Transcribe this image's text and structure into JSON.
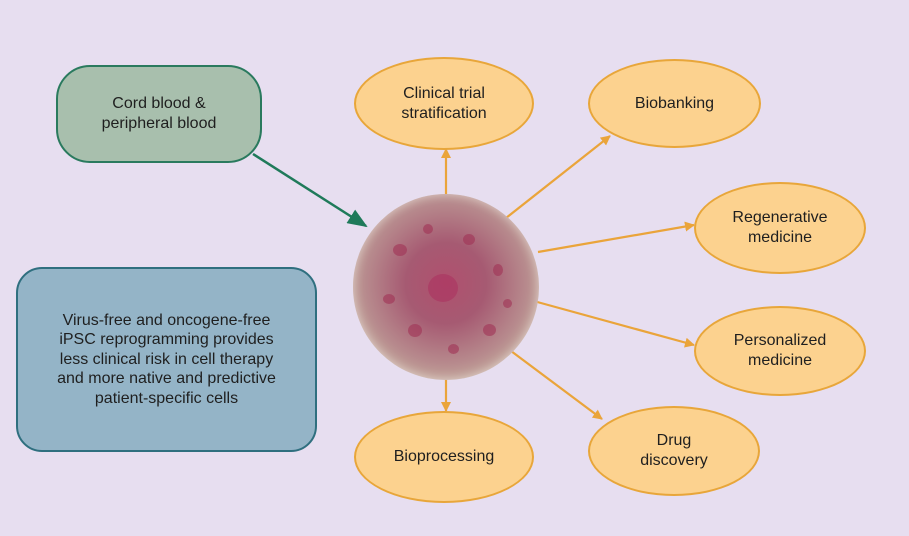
{
  "diagram": {
    "source": {
      "lines": [
        "Cord blood &",
        "peripheral blood"
      ]
    },
    "info": {
      "lines": [
        "Virus-free and oncogene-free",
        "iPSC reprogramming provides",
        "less clinical risk in cell therapy",
        "and more native and predictive",
        "patient-specific cells"
      ]
    },
    "center": {
      "icon": "petri-dish-icon"
    },
    "applications": [
      {
        "id": "clinical-trial",
        "lines": [
          "Clinical trial",
          "stratification"
        ]
      },
      {
        "id": "biobanking",
        "lines": [
          "Biobanking"
        ]
      },
      {
        "id": "regenerative",
        "lines": [
          "Regenerative",
          "medicine"
        ]
      },
      {
        "id": "personalized",
        "lines": [
          "Personalized",
          "medicine"
        ]
      },
      {
        "id": "drug-discovery",
        "lines": [
          "Drug",
          "discovery"
        ]
      },
      {
        "id": "bioprocessing",
        "lines": [
          "Bioprocessing"
        ]
      }
    ],
    "colors": {
      "background": "#e7def0",
      "source_fill": "#a8bfad",
      "source_border": "#2a7a5e",
      "info_fill": "#94b4c7",
      "info_border": "#2f6f7f",
      "oval_fill": "#fcd28f",
      "oval_border": "#e8a63a",
      "arrow_orange": "#eaa43a",
      "arrow_green": "#1f7a5a"
    }
  }
}
